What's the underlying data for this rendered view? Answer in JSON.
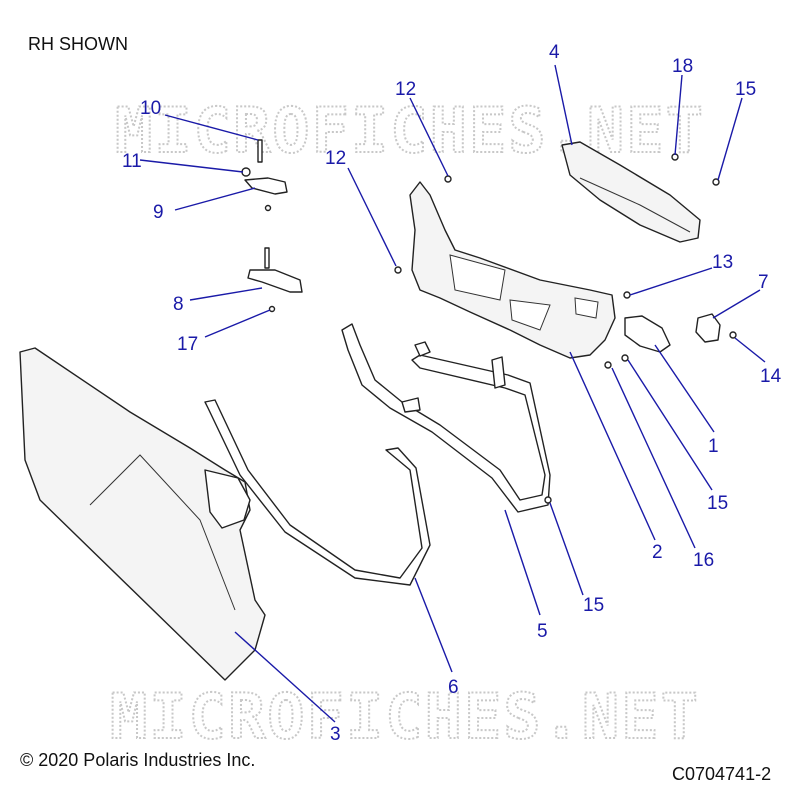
{
  "header": {
    "view_note": "RH SHOWN"
  },
  "footer": {
    "copyright": "© 2020 Polaris Industries Inc.",
    "figure_id": "C0704741-2"
  },
  "watermark": {
    "text": "MICROFICHES.NET",
    "color": "#c8c8c8"
  },
  "callout_color": "#1a1aa8",
  "callouts": [
    "1",
    "2",
    "3",
    "4",
    "5",
    "6",
    "7",
    "8",
    "9",
    "10",
    "11",
    "12",
    "12",
    "13",
    "14",
    "15",
    "15",
    "15",
    "16",
    "17",
    "18"
  ]
}
